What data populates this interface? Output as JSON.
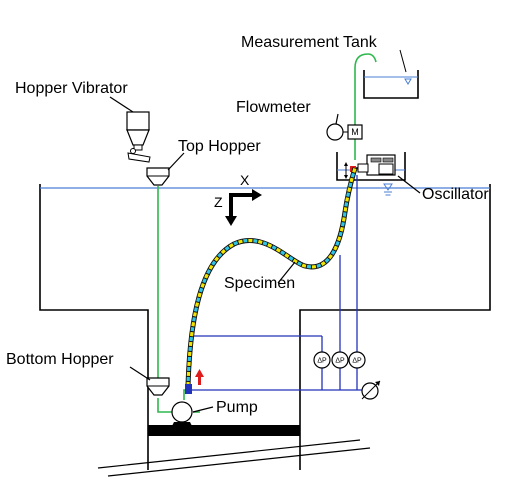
{
  "labels": {
    "measurement_tank": "Measurement Tank",
    "hopper_vibrator": "Hopper Vibrator",
    "flowmeter": "Flowmeter",
    "top_hopper": "Top Hopper",
    "oscillator": "Oscillator",
    "specimen": "Specimen",
    "bottom_hopper": "Bottom Hopper",
    "pump": "Pump",
    "axis_x": "X",
    "axis_z": "Z",
    "flowmeter_symbol": "M",
    "dp": "ΔP"
  },
  "colors": {
    "water_line": "#4a7fd6",
    "green_line": "#2fb84e",
    "blue_line": "#2233bb",
    "specimen_black": "#111111",
    "specimen_yellow": "#f2e500",
    "specimen_cyan": "#2ec4e6",
    "red": "#e01b1b",
    "floor": "#000000"
  }
}
